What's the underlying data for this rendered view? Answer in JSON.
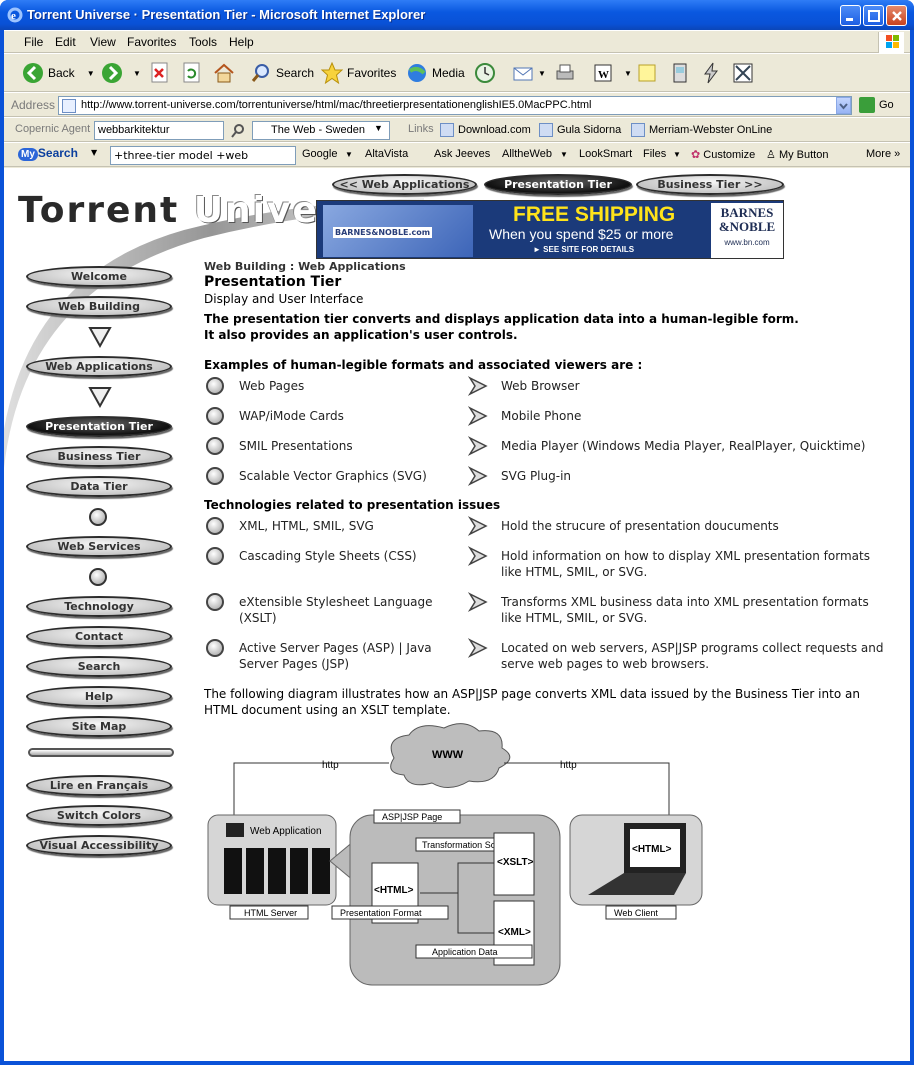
{
  "window": {
    "title": "Torrent Universe · Presentation Tier - Microsoft Internet Explorer"
  },
  "menu": [
    "File",
    "Edit",
    "View",
    "Favorites",
    "Tools",
    "Help"
  ],
  "toolbar": {
    "back": "Back",
    "search": "Search",
    "favorites": "Favorites",
    "media": "Media"
  },
  "address": {
    "label": "Address",
    "url": "http://www.torrent-universe.com/torrentuniverse/html/mac/threetierpresentationenglishIE5.0MacPPC.html",
    "go": "Go"
  },
  "copernic": {
    "label": "Copernic Agent",
    "query": "webbarkitektur",
    "engine": "The Web - Sweden",
    "links_label": "Links",
    "links": [
      "Download.com",
      "Gula Sidorna",
      "Merriam-Webster OnLine"
    ]
  },
  "mysearch": {
    "query": "+three-tier model +web",
    "items": [
      "Google",
      "AltaVista",
      "Ask Jeeves",
      "AlltheWeb",
      "LookSmart",
      "Files",
      "Customize",
      "My Button",
      "More"
    ]
  },
  "page": {
    "logo_a": "Torrent ",
    "logo_b": "Universe",
    "top_nav": {
      "prev": "<< Web Applications",
      "current": "Presentation Tier",
      "next": "Business Tier >>"
    },
    "banner": {
      "headline": "FREE SHIPPING",
      "line": "When you spend $25 or more",
      "see": "► SEE SITE FOR DETAILS",
      "brand_a": "BARNES",
      "brand_b": "&NOBLE",
      "url": "www.bn.com",
      "box_text": "BARNES&NOBLE.com"
    },
    "side_nav": [
      "Welcome",
      "Web Building",
      "Web Applications",
      "Presentation Tier",
      "Business Tier",
      "Data Tier",
      "Web Services",
      "Technology",
      "Contact",
      "Search",
      "Help",
      "Site Map"
    ],
    "side_nav2": [
      "Lire en Français",
      "Switch Colors",
      "Visual Accessibility"
    ],
    "breadcrumb": "Web Building : Web Applications",
    "title": "Presentation Tier",
    "subtitle": "Display and User Interface",
    "lead1": "The presentation tier converts and displays application data into a human-legible form.",
    "lead2": "It also provides an application's user controls.",
    "section1": "Examples of human-legible formats and associated viewers are :",
    "examples": [
      {
        "a": "Web Pages",
        "b": "Web Browser"
      },
      {
        "a": "WAP/iMode Cards",
        "b": "Mobile Phone"
      },
      {
        "a": "SMIL Presentations",
        "b": "Media Player (Windows Media Player, RealPlayer, Quicktime)"
      },
      {
        "a": "Scalable Vector Graphics (SVG)",
        "b": "SVG Plug-in"
      }
    ],
    "section2": "Technologies related to presentation issues",
    "tech": [
      {
        "a": "XML, HTML, SMIL, SVG",
        "b": "Hold the strucure of presentation doucuments"
      },
      {
        "a": "Cascading Style Sheets (CSS)",
        "b": "Hold information on how to display XML presentation formats like HTML, SMIL, or SVG."
      },
      {
        "a": "eXtensible Stylesheet Language (XSLT)",
        "b": "Transforms XML business data into XML presentation formats like HTML, SMIL, or SVG."
      },
      {
        "a": "Active Server Pages (ASP) | Java Server Pages (JSP)",
        "b": "Located on web servers, ASP|JSP programs collect requests and serve web pages to web browsers."
      }
    ],
    "diagram_intro": "The following diagram illustrates how an ASP|JSP page converts XML data issued by the Business Tier into an HTML document using an XSLT template.",
    "diagram": {
      "www": "WWW",
      "http_left": "http",
      "http_right": "http",
      "web_app": "Web Application",
      "asp_page": "ASP|JSP Page",
      "transform": "Transformation Script",
      "xslt": "<XSLT>",
      "html": "<HTML>",
      "pres_format": "Presentation Format",
      "xml": "<XML>",
      "app_data": "Application Data",
      "html_server": "HTML Server",
      "web_client": "Web Client",
      "laptop_html": "<HTML>"
    }
  }
}
